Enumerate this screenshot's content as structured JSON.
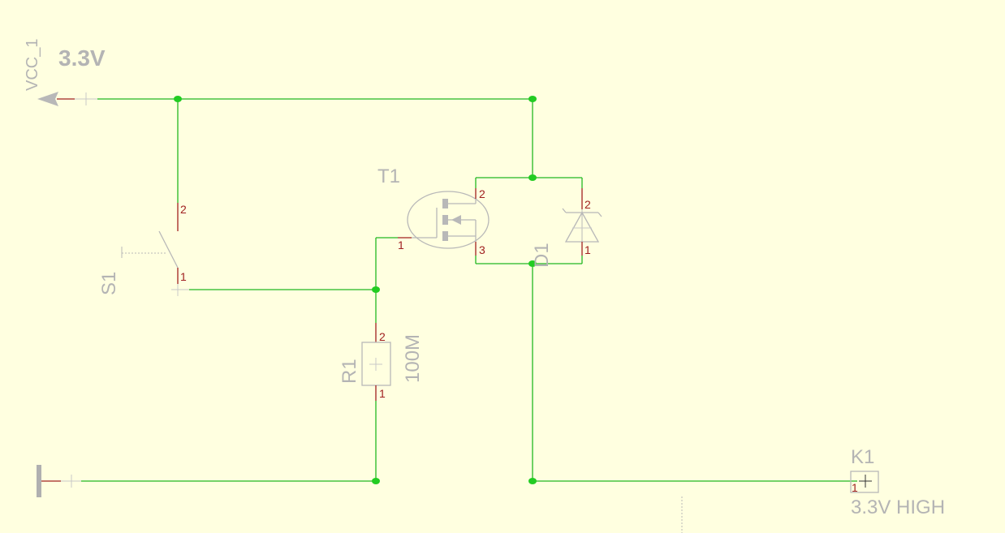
{
  "colors": {
    "background": "#ffffe0",
    "wire": "#22b822",
    "junction": "#22cc22",
    "pin": "#a02020",
    "symbol": "#b8b8b8",
    "label": "#b4b4b4"
  },
  "power": {
    "name": "VCC_1",
    "value": "3.3V"
  },
  "switch": {
    "designator": "S1",
    "pin_top": "2",
    "pin_bottom": "1"
  },
  "transistor": {
    "designator": "T1",
    "pin_gate": "1",
    "pin_drain": "2",
    "pin_source": "3"
  },
  "diode": {
    "designator": "D1",
    "pin_top": "2",
    "pin_bottom": "1"
  },
  "resistor": {
    "designator": "R1",
    "value": "100M",
    "pin_top": "2",
    "pin_bottom": "1"
  },
  "connector": {
    "designator": "K1",
    "pin": "1",
    "label": "3.3V HIGH"
  }
}
